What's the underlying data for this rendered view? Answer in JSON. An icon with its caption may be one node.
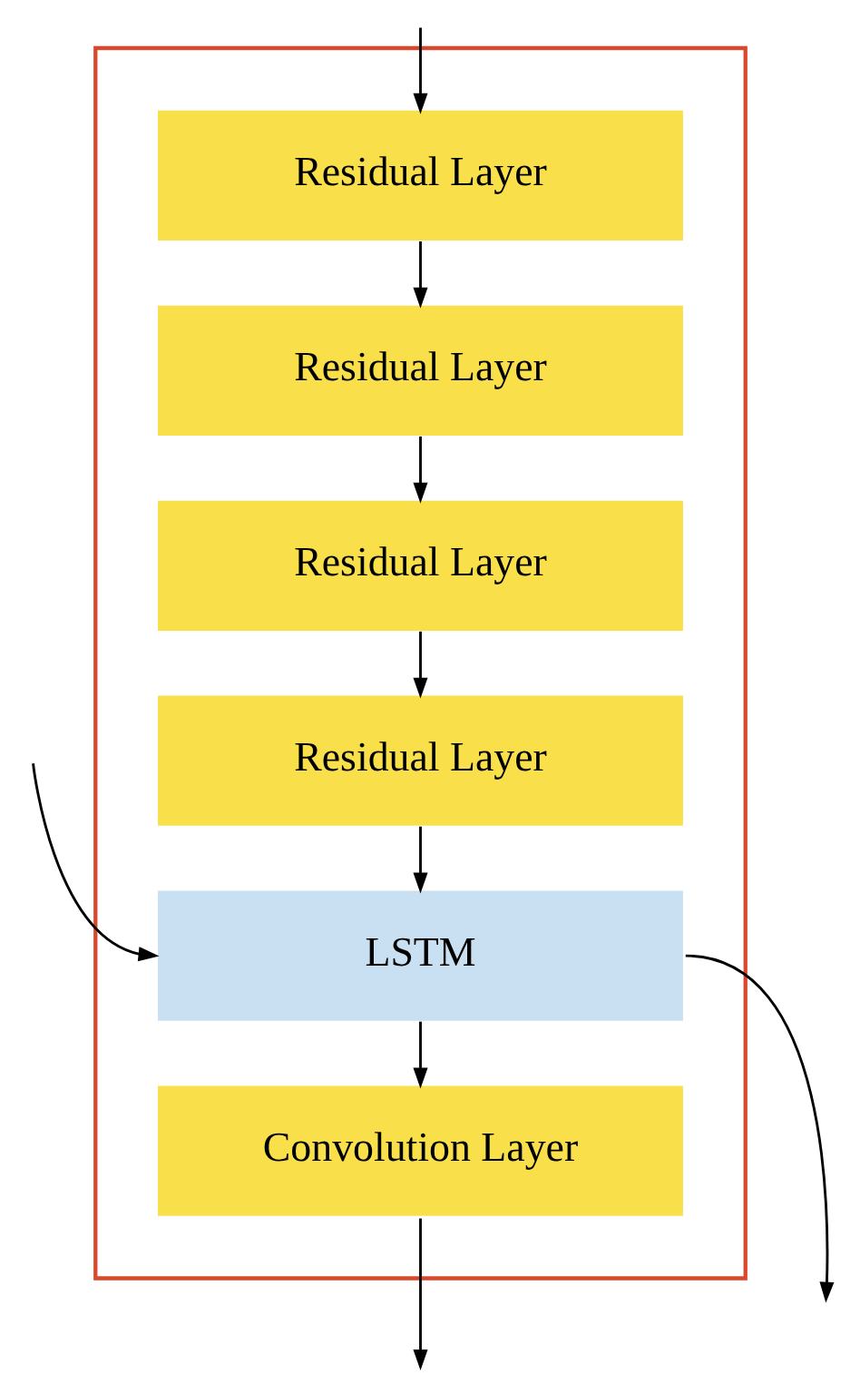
{
  "diagram": {
    "nodes": [
      {
        "text": [],
        "shape": "box"
      },
      {
        "text": [
          "Residual Layer"
        ],
        "in": 0
      },
      {
        "text": [
          "Residual Layer"
        ],
        "in": 0
      },
      {
        "text": [
          "Residual Layer"
        ],
        "in": 0
      },
      {
        "text": [
          "Residual Layer"
        ],
        "in": 0
      },
      {
        "text": [
          "LSTM"
        ],
        "in": 0
      },
      {
        "text": [
          "Convolution Layer"
        ],
        "in": 0
      }
    ],
    "edges": [
      {
        "from": null,
        "to": 1,
        "arrow": "to"
      },
      {
        "from": 1,
        "to": 2,
        "arrow": "to"
      },
      {
        "from": 2,
        "to": 3,
        "arrow": "to"
      },
      {
        "from": 3,
        "to": 4,
        "arrow": "to"
      },
      {
        "from": 4,
        "to": 5,
        "arrow": "to"
      },
      {
        "from": 5,
        "to": null,
        "arrow": "to"
      },
      {
        "from": null,
        "to": 5,
        "arrow": "to"
      },
      {
        "from": 5,
        "to": 6,
        "arrow": "to"
      },
      {
        "from": 6,
        "to": null,
        "arrow": "to"
      }
    ]
  }
}
